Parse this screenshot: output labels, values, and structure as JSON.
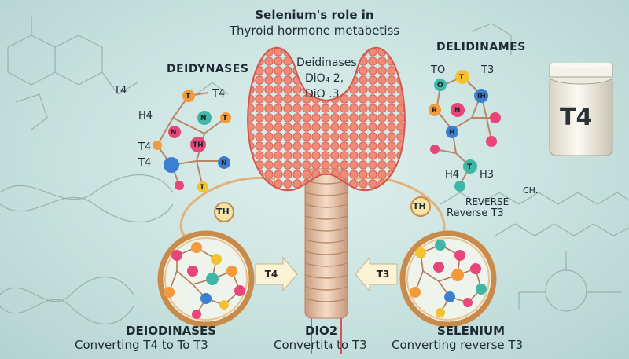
{
  "title": {
    "line1": "Selenium's role in",
    "line2": "Thyroid hormone metabetiss"
  },
  "left_molecule": {
    "heading": "DEIDYNASES",
    "labels": {
      "t4_a": "T4",
      "h4": "H4",
      "t4_b": "T4",
      "t4_c": "T4",
      "t4_d": "T4"
    },
    "atoms": [
      "T",
      "N",
      "T",
      "N",
      "TH",
      "N",
      "T"
    ]
  },
  "center_label": {
    "line1": "Deidinases",
    "line2": "DiO₄ 2,",
    "line3": "DiO .3"
  },
  "right_molecule": {
    "heading": "DELIDINAMES",
    "labels": {
      "to": "TO",
      "t3": "T3",
      "h4": "H4",
      "h3": "H3"
    },
    "atoms": [
      "O",
      "T",
      "IH",
      "R",
      "N",
      "H",
      "T"
    ]
  },
  "jar": {
    "label": "T4"
  },
  "reverse": {
    "line1": "REVERSE",
    "line2": "Reverse T3",
    "ch": "CH."
  },
  "connectors": {
    "left": "TH",
    "right": "TH"
  },
  "arrows": {
    "left": "T4",
    "right": "T3"
  },
  "bottom": {
    "left": {
      "title": "DEIODINASES",
      "sub": "Converting T4 to To T3"
    },
    "center": {
      "title": "DIO2",
      "sub": "Convertit₄ to T3"
    },
    "right": {
      "title": "SELENIUM",
      "sub": "Converting reverse T3"
    }
  },
  "colors": {
    "background": "#c9e2df",
    "thyroid": "#ef7b6a",
    "trachea": "#e8c6ae",
    "ring": "#d9a872",
    "atom_orange": "#f39a3c",
    "atom_pink": "#e8457a",
    "atom_blue": "#3a7fd0",
    "atom_teal": "#3fb6a8",
    "atom_yellow": "#f2c230"
  }
}
